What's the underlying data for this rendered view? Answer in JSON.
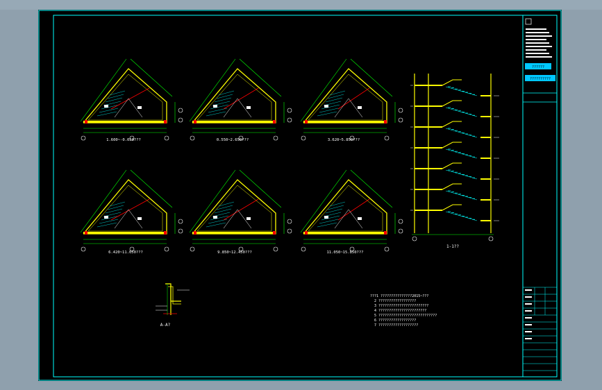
{
  "drawing": {
    "plan_titles": [
      "1.600~-0.050???",
      "0.550~2.650???",
      "3.620~5.850???",
      "6.420~11.050???",
      "9.850~12.450???",
      "11.050~15.850???"
    ],
    "section_title": "1-1??",
    "detail_title": "A-A?",
    "notes": {
      "header": "???1  ???????????????2015~???",
      "items": [
        "2   ??????????????????",
        "3   ????????????????????????",
        "4   ???????????????????????",
        "5   ????????????????????????????",
        "6   ??????????????????",
        "7   ???????????????????"
      ]
    },
    "title_block": {
      "project_box": "??????",
      "drawing_box": "??????????"
    }
  },
  "colors": {
    "background": "#8fa0ad",
    "sheet": "#000000",
    "border": "#00ffff",
    "wall": "#ffff00",
    "dimension": "#00ff00",
    "stair": "#00ffff",
    "section": "#ff0000",
    "text": "#ffffff",
    "annotation": "#ff00ff"
  }
}
